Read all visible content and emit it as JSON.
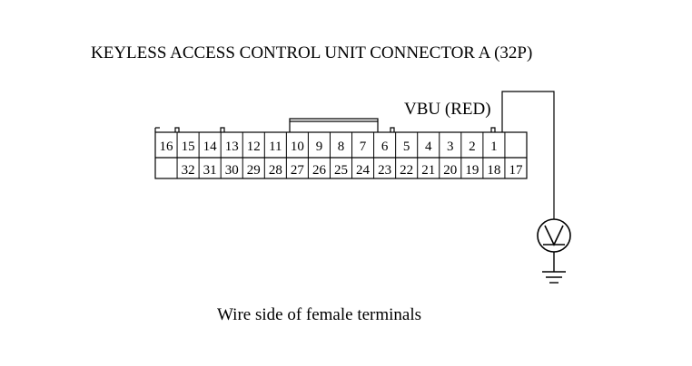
{
  "diagram": {
    "title": "KEYLESS ACCESS CONTROL UNIT CONNECTOR A (32P)",
    "caption": "Wire side of female terminals",
    "probe_label": "VBU (RED)",
    "meter_icon": "voltmeter-icon",
    "ground_icon": "ground-icon",
    "top_row_pins": [
      "16",
      "15",
      "14",
      "13",
      "12",
      "11",
      "10",
      "9",
      "8",
      "7",
      "6",
      "5",
      "4",
      "3",
      "2",
      "1",
      ""
    ],
    "bottom_row_pins": [
      "",
      "32",
      "31",
      "30",
      "29",
      "28",
      "27",
      "26",
      "25",
      "24",
      "23",
      "22",
      "21",
      "20",
      "19",
      "18",
      "17"
    ],
    "probed_pin": "1"
  }
}
